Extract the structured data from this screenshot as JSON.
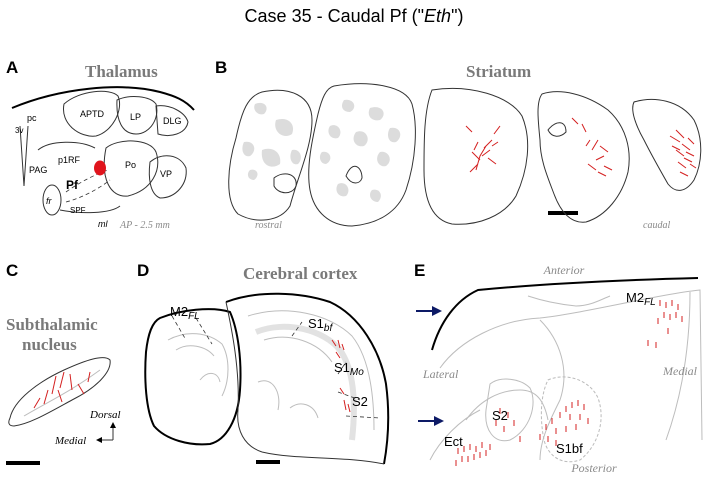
{
  "title": {
    "prefix": "Case 35 - Caudal Pf (\"",
    "em": "Eth",
    "suffix": "\")"
  },
  "panels": {
    "a": {
      "letter": "A",
      "title": "Thalamus",
      "ap": "AP - 2.5 mm",
      "labels": {
        "pc": "pc",
        "3v": "3v",
        "aptd": "APTD",
        "lp": "LP",
        "dlg": "DLG",
        "pag": "PAG",
        "p1rf": "p1RF",
        "po": "Po",
        "pf": "Pf",
        "vp": "VP",
        "fr": "fr",
        "spf": "SPF",
        "ml": "ml"
      }
    },
    "b": {
      "letter": "B",
      "title": "Striatum",
      "rostral": "rostral",
      "caudal": "caudal"
    },
    "c": {
      "letter": "C",
      "title_line1": "Subthalamic",
      "title_line2": "nucleus",
      "dorsal": "Dorsal",
      "medial": "Medial"
    },
    "d": {
      "letter": "D",
      "title": "Cerebral cortex",
      "labels": {
        "m2_main": "M2",
        "m2_sub": "FL",
        "s1bf_main": "S1",
        "s1bf_sub": "bf",
        "s1mo_main": "S1",
        "s1mo_sub": "Mo",
        "s2": "S2"
      }
    },
    "e": {
      "letter": "E",
      "anterior": "Anterior",
      "posterior": "Posterior",
      "lateral": "Lateral",
      "medial": "Medial",
      "labels": {
        "m2_main": "M2",
        "m2_sub": "FL",
        "s2": "S2",
        "ect": "Ect",
        "s1bf": "S1bf"
      }
    }
  },
  "colors": {
    "label_red": "#d42020",
    "arrow_navy": "#0d1a66",
    "title_gray": "#7a7a7a"
  }
}
